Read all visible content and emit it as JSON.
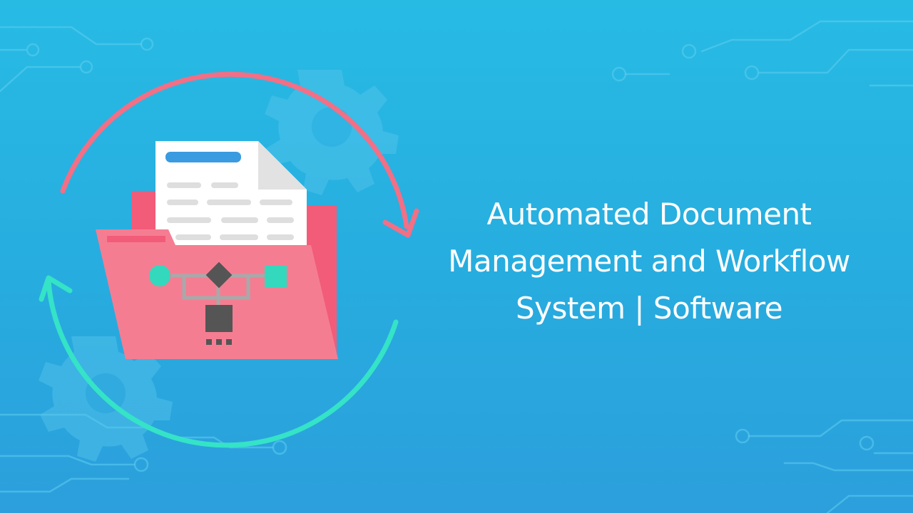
{
  "title": {
    "lines": [
      "Automated Document",
      "Management and Workflow",
      "System | Software"
    ]
  },
  "colors": {
    "background_top": "#27bbe4",
    "background_bottom": "#2c9fdc",
    "arrow_pink": "#f26f86",
    "arrow_teal": "#35e3c7",
    "folder_back": "#f25c78",
    "folder_front": "#f57d92",
    "paper": "#ffffff",
    "paper_fold": "#e2e2e2",
    "paper_header_bar": "#3a9be0",
    "flow_node_teal": "#34d8bd",
    "flow_node_dark": "#555555",
    "title_text": "#ffffff"
  },
  "icons": [
    "circuit-lines-decoration",
    "gear-icon",
    "cycle-arrows-icon",
    "folder-icon",
    "document-icon",
    "flowchart-icon"
  ]
}
